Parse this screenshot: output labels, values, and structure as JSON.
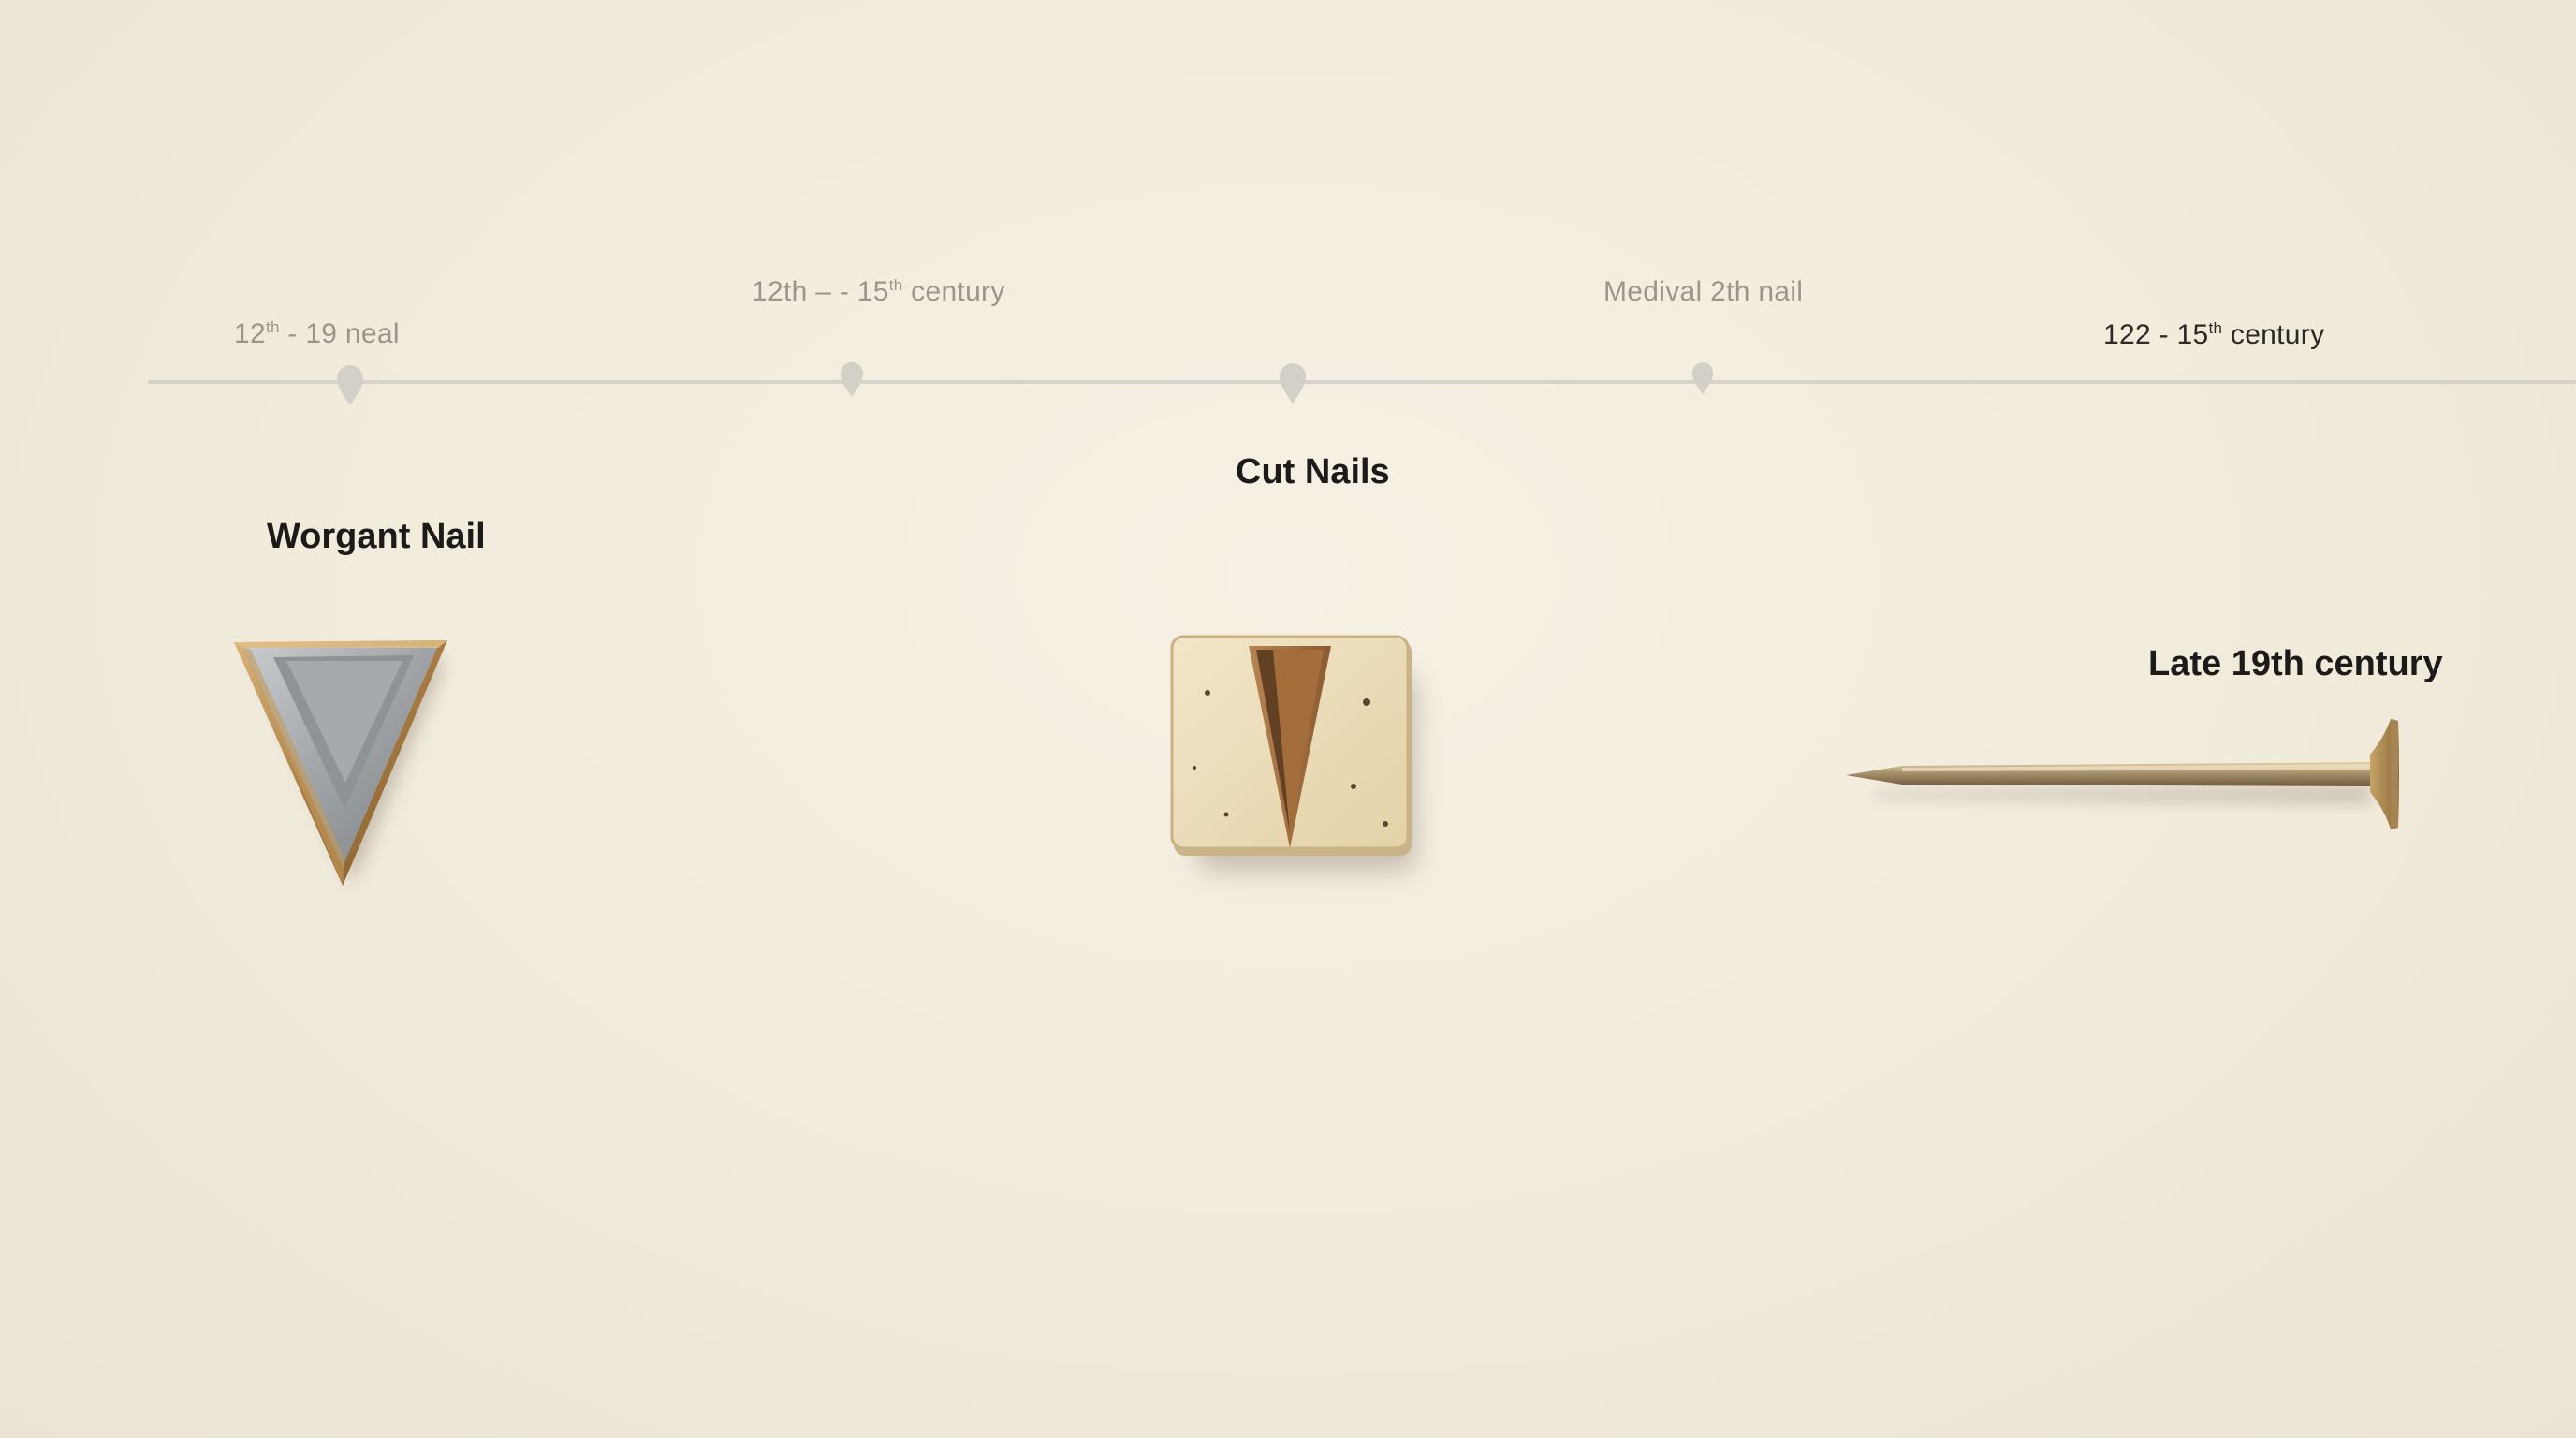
{
  "timeline": {
    "labels": [
      {
        "main": "12",
        "sup": "th",
        "rest": " - 19 neal"
      },
      {
        "main": "12th – - 15",
        "sup": "th",
        "rest": " century"
      },
      {
        "main": "Medival 2th nail",
        "sup": "",
        "rest": ""
      },
      {
        "main": "122 - 15",
        "sup": "th",
        "rest": " century"
      }
    ],
    "marker_count": 4
  },
  "items": [
    {
      "title": "Worgant Nail",
      "icon": "v-shaped-wrought-nail"
    },
    {
      "title": "Cut Nails",
      "icon": "square-cut-nail-block"
    },
    {
      "title": "Late 19th century",
      "icon": "wire-nail"
    }
  ],
  "colors": {
    "background": "#f3eee1",
    "timeline": "#d6d3cb",
    "date_text": "#9a968e",
    "title_text": "#1c1b19"
  }
}
